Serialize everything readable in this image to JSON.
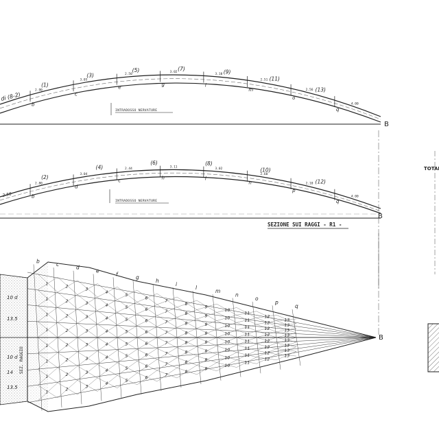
{
  "point_label": "B",
  "right_label": "TOTALE",
  "elevation_top": {
    "start_label": "di (8-2)",
    "parens": [
      "(1)",
      "(3)",
      "(5)",
      "(7)",
      "(9)",
      "(11)",
      "(13)"
    ],
    "letters": [
      "b",
      "c",
      "e",
      "g",
      "i",
      "m",
      "o",
      "q"
    ],
    "dims": [
      "2.90",
      "3.05",
      "2.50",
      "3.02",
      "3.10",
      "2.51",
      "2.56",
      "4.00"
    ],
    "note": "INTRADOSSO NERVATURE"
  },
  "elevation_mid": {
    "start_label": "2.50",
    "parens": [
      "(2)",
      "(4)",
      "(6)",
      "(8)",
      "(10)",
      "(12)"
    ],
    "letters": [
      "b",
      "d",
      "c",
      "h",
      "l",
      "n",
      "p",
      "q"
    ],
    "dims": [
      "2.80",
      "3.04",
      "2.44",
      "3.11",
      "3.02",
      "2.60",
      "2.10",
      "4.00"
    ],
    "note": "INTRADOSSO NERVATURE",
    "section_title": "SEZIONE SUI RAGGI - R1 -"
  },
  "plan": {
    "column_letters": [
      "b",
      "c",
      "d",
      "e",
      "f",
      "g",
      "h",
      "i",
      "l",
      "m",
      "n",
      "o",
      "p",
      "q"
    ],
    "left_labels": [
      "10 d",
      "13.5",
      "10 d",
      "14",
      "13.5"
    ],
    "vertical_note": "SEZ. RAGGIO",
    "rows": [
      [
        "1",
        "2",
        "3",
        "4",
        "5",
        "6",
        "7",
        "8",
        "9",
        "10",
        "11",
        "12",
        "13"
      ],
      [
        "1",
        "2",
        "3",
        "4",
        "5",
        "6",
        "7",
        "8",
        "9",
        "10",
        "11",
        "12",
        "13"
      ],
      [
        "1",
        "2",
        "3",
        "4",
        "5",
        "6",
        "7",
        "8",
        "9",
        "10",
        "11",
        "12",
        "13"
      ],
      [
        "1",
        "2",
        "3",
        "4",
        "5",
        "6",
        "7",
        "8",
        "9",
        "10",
        "11",
        "12",
        "13"
      ],
      [
        "1",
        "2",
        "3",
        "4",
        "5",
        "6",
        "7",
        "8",
        "9",
        "10",
        "11",
        "12",
        "13"
      ],
      [
        "1",
        "2",
        "3",
        "4",
        "5",
        "6",
        "7",
        "8",
        "9",
        "10",
        "11",
        "12",
        "13"
      ],
      [
        "1",
        "2",
        "3",
        "4",
        "5",
        "6",
        "7",
        "8",
        "9",
        "10",
        "11",
        "12",
        "13"
      ],
      [
        "1",
        "2",
        "3",
        "4",
        "5",
        "6",
        "7",
        "8",
        "9",
        "10",
        "11",
        "12",
        "13"
      ]
    ]
  },
  "colors": {
    "ink": "#1e1e1e",
    "paper": "#ffffff",
    "hatch": "#8a8a8a"
  }
}
